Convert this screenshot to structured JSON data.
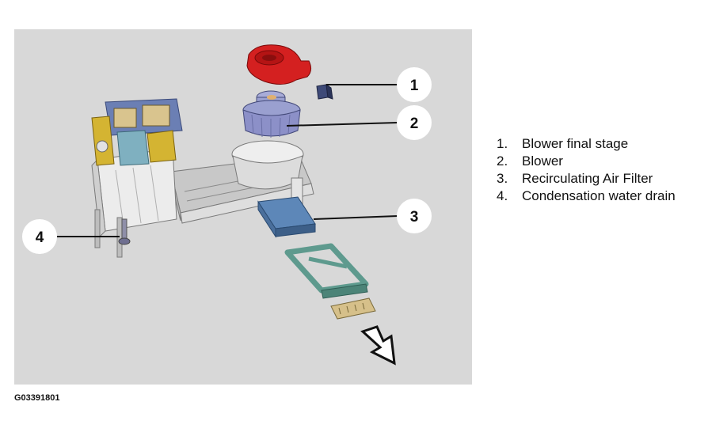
{
  "callouts": [
    {
      "number": "1"
    },
    {
      "number": "2"
    },
    {
      "number": "3"
    },
    {
      "number": "4"
    }
  ],
  "legend": [
    {
      "number": "1.",
      "label": "Blower final stage"
    },
    {
      "number": "2.",
      "label": "Blower"
    },
    {
      "number": "3.",
      "label": "Recirculating Air Filter"
    },
    {
      "number": "4.",
      "label": "Condensation water drain"
    }
  ],
  "figure_code": "G03391801",
  "colors": {
    "panel_background": "#d8d8d8",
    "housing": "#e6e6e6",
    "blower_motor": "#8c90c8",
    "final_stage_red": "#d42020",
    "filter_blue": "#5d87b8",
    "filter_frame_green": "#5e9a8e",
    "cover_tan": "#d6c08a",
    "heater_yellow": "#d4b432",
    "duct_blue": "#6b7fb4"
  }
}
